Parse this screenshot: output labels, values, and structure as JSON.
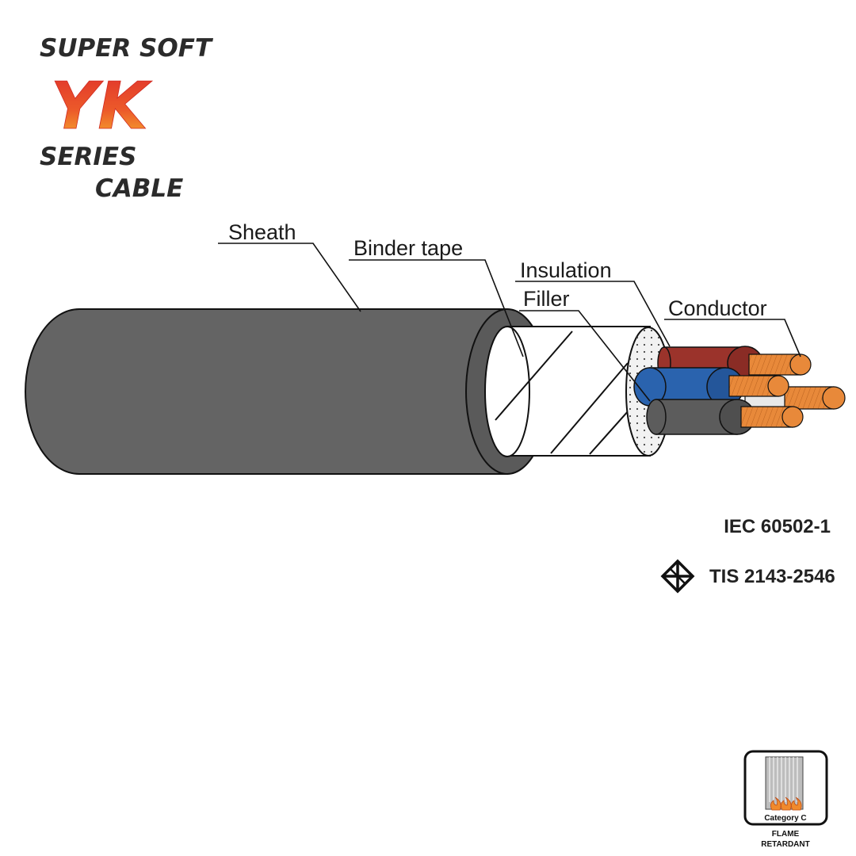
{
  "brand": {
    "line1": "SUPER SOFT",
    "line2": "YK",
    "line3": "SERIES",
    "line4": "CABLE"
  },
  "labels": {
    "sheath": "Sheath",
    "binder_tape": "Binder tape",
    "insulation": "Insulation",
    "filler": "Filler",
    "conductor": "Conductor"
  },
  "standards": {
    "iec": "IEC 60502-1",
    "tis": "TIS 2143-2546",
    "tis_icon": "tis-mark-icon"
  },
  "badge": {
    "category": "Category C",
    "line1": "FLAME",
    "line2": "RETARDANT",
    "icon": "flame-retardant-icon"
  },
  "colors": {
    "sheath": "#646464",
    "core_red": "#9b332b",
    "core_blue": "#2a63ae",
    "core_gray": "#5c5c5c",
    "copper": "#e8893a",
    "brand_yk": "#e2302a"
  }
}
